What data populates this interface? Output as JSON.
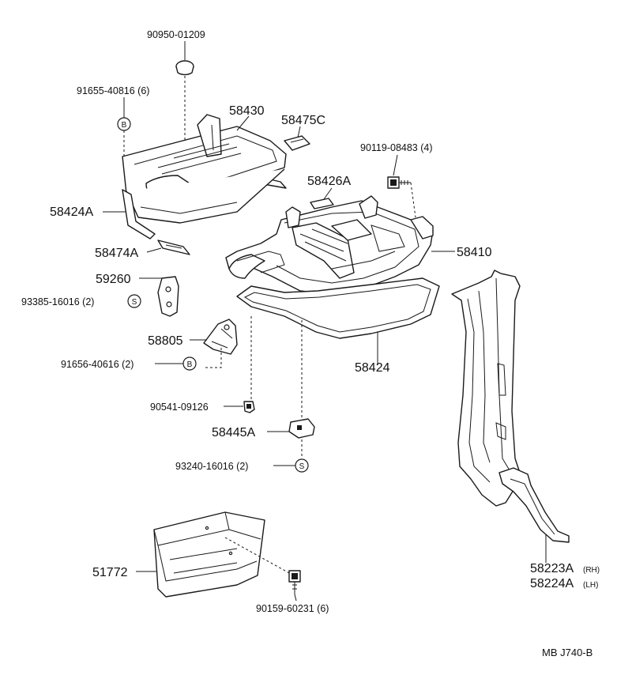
{
  "labels": {
    "p90950": "90950-01209",
    "p91655": "91655-40816 (6)",
    "p58430": "58430",
    "p58475C": "58475C",
    "p90119": "90119-08483 (4)",
    "p58426A": "58426A",
    "p58424A": "58424A",
    "p58474A": "58474A",
    "p58410": "58410",
    "p59260": "59260",
    "p93385": "93385-16016 (2)",
    "p58805": "58805",
    "p91656": "91656-40616 (2)",
    "p58424": "58424",
    "p90541": "90541-09126",
    "p58445A": "58445A",
    "p93240": "93240-16016 (2)",
    "p51772": "51772",
    "p90159": "90159-60231 (6)",
    "p58223A": "58223A",
    "p58223A_side": "(RH)",
    "p58224A": "58224A",
    "p58224A_side": "(LH)",
    "code": "MB  J740-B"
  },
  "symbols": {
    "bolt_mark": "B",
    "screw_mark": "S"
  }
}
